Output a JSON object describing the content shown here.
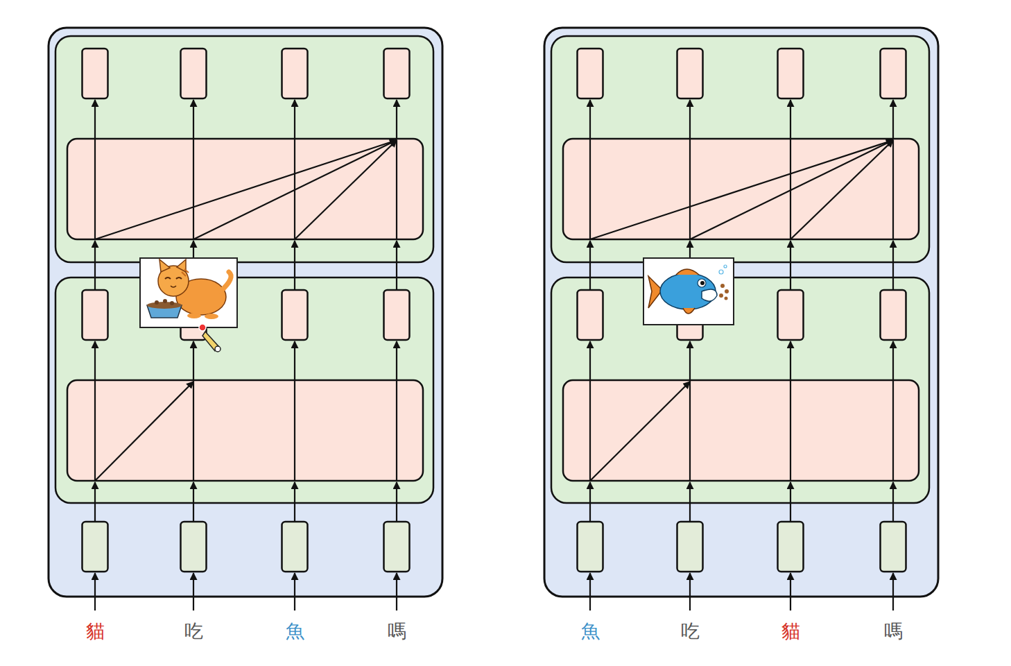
{
  "diagram": {
    "labels": [
      "貓",
      "吃",
      "魚",
      "嗎",
      "魚",
      "吃",
      "貓",
      "嗎"
    ]
  }
}
